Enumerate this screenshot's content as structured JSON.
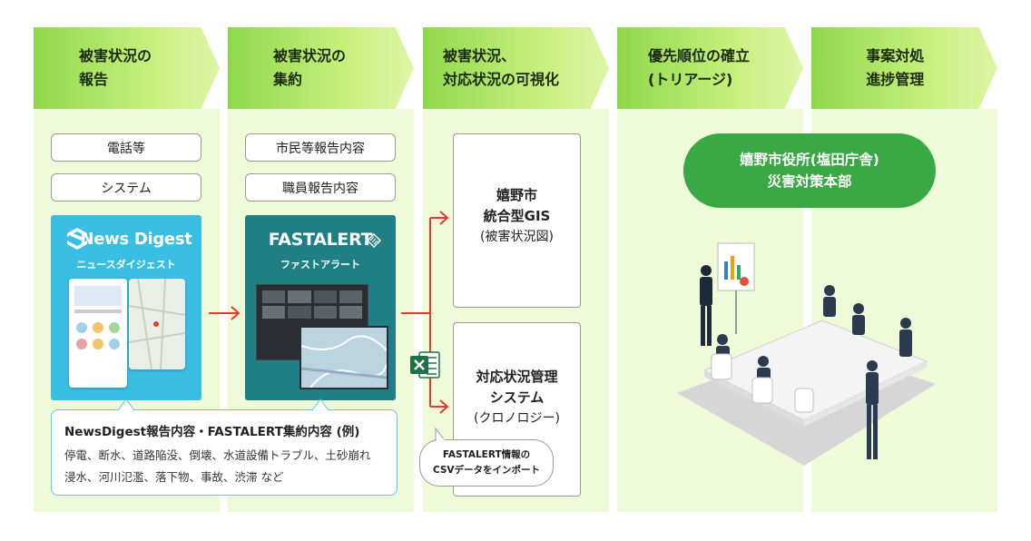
{
  "columns": [
    {
      "title": "被害状況の\n報告"
    },
    {
      "title": "被害状況の\n集約"
    },
    {
      "title": "被害状況、\n対応状況の可視化"
    },
    {
      "title": "優先順位の確立\n(トリアージ)"
    },
    {
      "title": "事案対処\n進捗管理"
    }
  ],
  "col1": {
    "tags": [
      "電話等",
      "システム"
    ],
    "app_logo": "News Digest",
    "app_sub": "ニュースダイジェスト"
  },
  "col2": {
    "tags": [
      "市民等報告内容",
      "職員報告内容"
    ],
    "app_logo": "FASTALERT",
    "app_sub": "ファストアラート"
  },
  "col3": {
    "box1": {
      "line1": "嬉野市",
      "line2": "統合型GIS",
      "line3": "(被害状況図)"
    },
    "box2": {
      "line1": "対応状況管理",
      "line2": "システム",
      "line3": "(クロノロジー)"
    },
    "bubble_line1": "FASTALERT情報の",
    "bubble_line2": "CSVデータをインポート"
  },
  "info": {
    "title": "NewsDigest報告内容・FASTALERT集約内容 (例)",
    "line1": "停電、断水、道路陥没、倒壊、水道設備トラブル、土砂崩れ",
    "line2": "浸水、河川氾濫、落下物、事故、渋滞 など"
  },
  "hq": {
    "line1": "嬉野市役所(塩田庁舎)",
    "line2": "災害対策本部"
  },
  "colors": {
    "accent_red": "#e8392f",
    "green": "#3aa845",
    "col_bg": "#eefad8",
    "nd_blue": "#39bfe3",
    "fa_teal": "#1f7f84"
  }
}
